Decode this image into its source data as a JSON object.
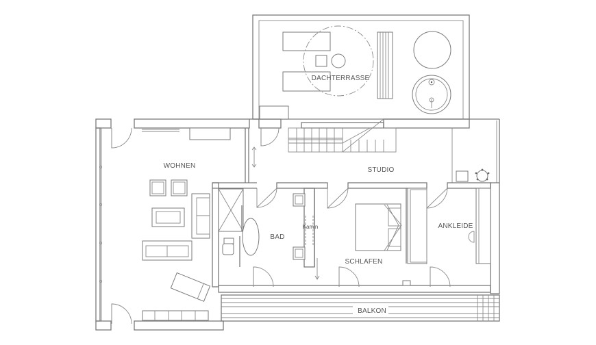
{
  "colors": {
    "line": "#7a7a7a",
    "background": "#ffffff",
    "text": "#555555"
  },
  "rooms": {
    "dachterrasse": "DACHTERRASSE",
    "wohnen": "WOHNEN",
    "studio": "STUDIO",
    "bad": "BAD",
    "kamin": "Kamin",
    "schlafen": "SCHLAFEN",
    "ankleide": "ANKLEIDE",
    "balkon": "BALKON"
  }
}
